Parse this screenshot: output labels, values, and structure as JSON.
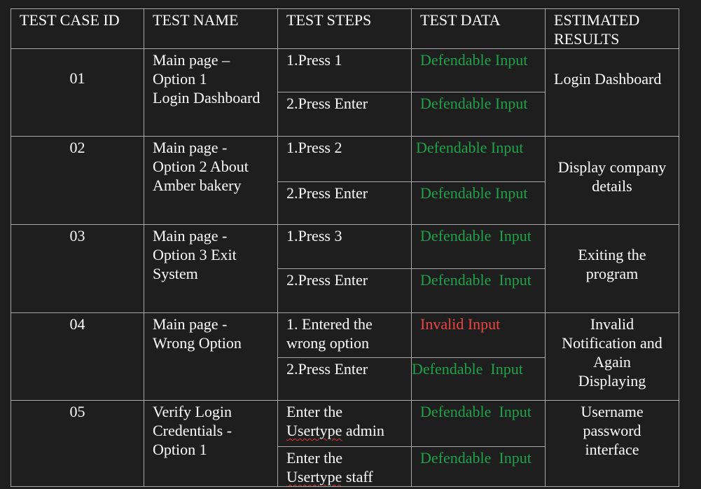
{
  "headers": [
    "TEST CASE ID",
    "TEST NAME",
    "TEST STEPS",
    "TEST DATA",
    "ESTIMATED\nRESULTS"
  ],
  "cases": [
    {
      "id": "01",
      "name": "Main page –\nOption 1\nLogin Dashboard",
      "steps": [
        {
          "step": "1.Press 1",
          "data": "Defendable Input"
        },
        {
          "step": "2.Press Enter",
          "data": "Defendable Input"
        }
      ],
      "result": "Login Dashboard"
    },
    {
      "id": "02",
      "name": "Main page -\nOption 2 About\nAmber bakery",
      "steps": [
        {
          "step": "1.Press 2",
          "data": "Defendable Input"
        },
        {
          "step": "2.Press Enter",
          "data": "Defendable Input"
        }
      ],
      "result": "Display company\ndetails"
    },
    {
      "id": "03",
      "name": "Main page -\nOption 3 Exit\nSystem",
      "steps": [
        {
          "step": "1.Press 3",
          "data": "Defendable  Input"
        },
        {
          "step": "2.Press Enter",
          "data": "Defendable  Input"
        }
      ],
      "result": "Exiting the\nprogram"
    },
    {
      "id": "04",
      "name": "Main page -\nWrong Option",
      "steps": [
        {
          "step": "1. Entered the\nwrong option",
          "data": "Invalid Input"
        },
        {
          "step": "2.Press Enter",
          "data": "Defendable  Input"
        }
      ],
      "result": "Invalid\nNotification and\nAgain\nDisplaying"
    },
    {
      "id": "05",
      "name": "Verify Login\nCredentials  -\nOption 1",
      "steps": [
        {
          "step_prefix": "Enter the\n",
          "step_word": "Usertype",
          "step_suffix": " admin",
          "data": "Defendable  Input"
        },
        {
          "step_prefix": "Enter the\n",
          "step_word": "Usertype",
          "step_suffix": " staff",
          "data": "Defendable  Input"
        }
      ],
      "result": "Username\npassword\ninterface"
    }
  ],
  "colors": {
    "background": "#1e1e1e",
    "text": "#ffffff",
    "border": "#a8a8a8",
    "valid_input": "#1fa24a",
    "invalid_input": "#ee4444"
  }
}
